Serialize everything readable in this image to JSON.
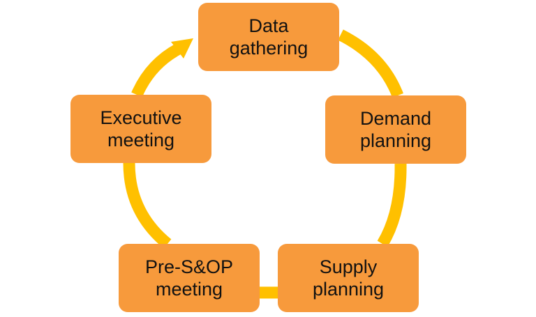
{
  "colors": {
    "box_fill": "#F79A3C",
    "ring": "#FFC000",
    "text": "#111111"
  },
  "steps": [
    {
      "line1": "Data",
      "line2": "gathering"
    },
    {
      "line1": "Demand",
      "line2": "planning"
    },
    {
      "line1": "Supply",
      "line2": "planning"
    },
    {
      "line1": "Pre-S&OP",
      "line2": "meeting"
    },
    {
      "line1": "Executive",
      "line2": "meeting"
    }
  ]
}
